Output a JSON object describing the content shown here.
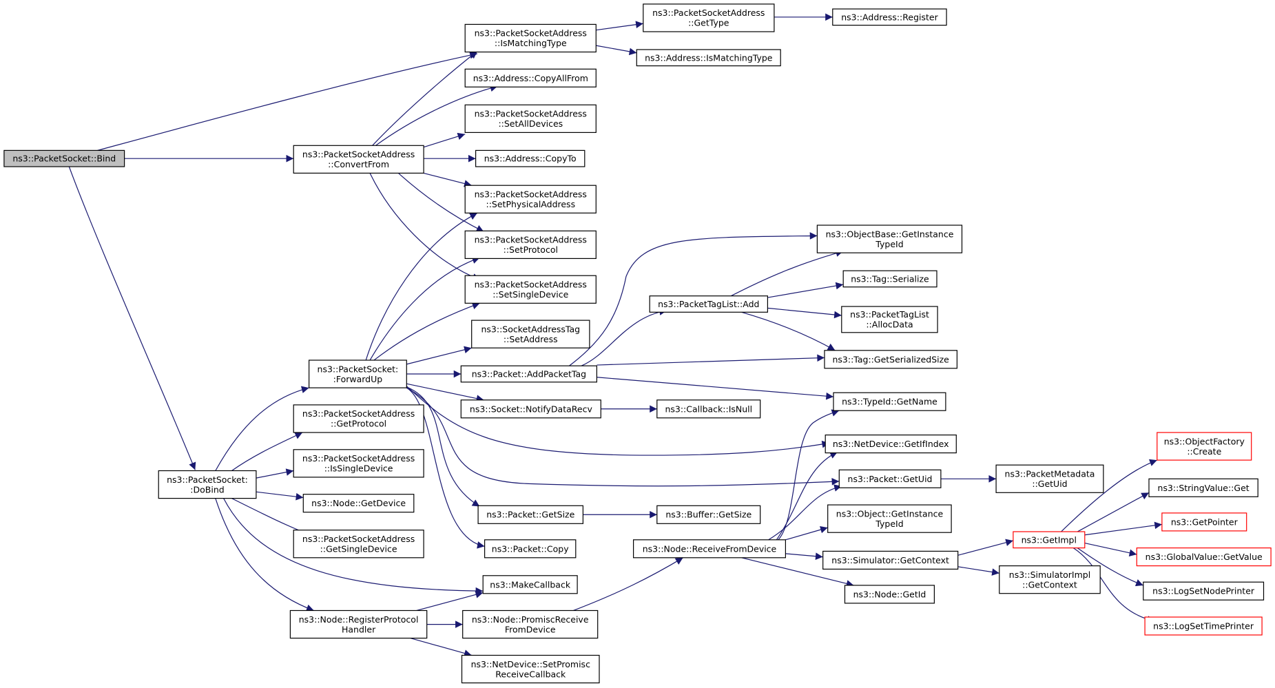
{
  "colors": {
    "edge": "#191970",
    "node_border": "#000000",
    "node_border_incomplete": "#ff0000",
    "root_fill": "#bfbfbf",
    "node_fill": "#ffffff"
  },
  "nodes": [
    {
      "id": "bind",
      "label": [
        "ns3::PacketSocket::Bind"
      ],
      "root": true
    },
    {
      "id": "pktsock_addr_ismatch",
      "label": [
        "ns3::PacketSocketAddress",
        "::IsMatchingType"
      ]
    },
    {
      "id": "pktsock_addr_gettype",
      "label": [
        "ns3::PacketSocketAddress",
        "::GetType"
      ]
    },
    {
      "id": "addr_register",
      "label": [
        "ns3::Address::Register"
      ]
    },
    {
      "id": "addr_ismatch",
      "label": [
        "ns3::Address::IsMatchingType"
      ]
    },
    {
      "id": "addr_copyallfrom",
      "label": [
        "ns3::Address::CopyAllFrom"
      ]
    },
    {
      "id": "pktsock_addr_setalldev",
      "label": [
        "ns3::PacketSocketAddress",
        "::SetAllDevices"
      ]
    },
    {
      "id": "convertfrom",
      "label": [
        "ns3::PacketSocketAddress",
        "::ConvertFrom"
      ]
    },
    {
      "id": "addr_copyto",
      "label": [
        "ns3::Address::CopyTo"
      ]
    },
    {
      "id": "setphys",
      "label": [
        "ns3::PacketSocketAddress",
        "::SetPhysicalAddress"
      ]
    },
    {
      "id": "setproto",
      "label": [
        "ns3::PacketSocketAddress",
        "::SetProtocol"
      ]
    },
    {
      "id": "objbase_getinst",
      "label": [
        "ns3::ObjectBase::GetInstance",
        "TypeId"
      ]
    },
    {
      "id": "setsingledev",
      "label": [
        "ns3::PacketSocketAddress",
        "::SetSingleDevice"
      ]
    },
    {
      "id": "tag_serialize",
      "label": [
        "ns3::Tag::Serialize"
      ]
    },
    {
      "id": "ptaglist_add",
      "label": [
        "ns3::PacketTagList::Add"
      ]
    },
    {
      "id": "ptaglist_alloc",
      "label": [
        "ns3::PacketTagList",
        "::AllocData"
      ]
    },
    {
      "id": "socktag_setaddr",
      "label": [
        "ns3::SocketAddressTag",
        "::SetAddress"
      ]
    },
    {
      "id": "forwardup",
      "label": [
        "ns3::PacketSocket:",
        ":ForwardUp"
      ]
    },
    {
      "id": "pkt_addtag",
      "label": [
        "ns3::Packet::AddPacketTag"
      ]
    },
    {
      "id": "tag_getsersize",
      "label": [
        "ns3::Tag::GetSerializedSize"
      ]
    },
    {
      "id": "typeid_getname",
      "label": [
        "ns3::TypeId::GetName"
      ]
    },
    {
      "id": "sock_notify",
      "label": [
        "ns3::Socket::NotifyDataRecv"
      ]
    },
    {
      "id": "cb_isnull",
      "label": [
        "ns3::Callback::IsNull"
      ]
    },
    {
      "id": "getprotocol",
      "label": [
        "ns3::PacketSocketAddress",
        "::GetProtocol"
      ]
    },
    {
      "id": "netdev_getifindex",
      "label": [
        "ns3::NetDevice::GetIfIndex"
      ]
    },
    {
      "id": "objfactory_create",
      "label": [
        "ns3::ObjectFactory",
        "::Create"
      ],
      "incomplete": true
    },
    {
      "id": "issingledev",
      "label": [
        "ns3::PacketSocketAddress",
        "::IsSingleDevice"
      ]
    },
    {
      "id": "pkt_getuid",
      "label": [
        "ns3::Packet::GetUid"
      ]
    },
    {
      "id": "pktmeta_getuid",
      "label": [
        "ns3::PacketMetadata",
        "::GetUid"
      ]
    },
    {
      "id": "dobind",
      "label": [
        "ns3::PacketSocket:",
        ":DoBind"
      ]
    },
    {
      "id": "strval_get",
      "label": [
        "ns3::StringValue::Get"
      ]
    },
    {
      "id": "node_getdevice",
      "label": [
        "ns3::Node::GetDevice"
      ]
    },
    {
      "id": "pkt_getsize",
      "label": [
        "ns3::Packet::GetSize"
      ]
    },
    {
      "id": "buf_getsize",
      "label": [
        "ns3::Buffer::GetSize"
      ]
    },
    {
      "id": "obj_getinst",
      "label": [
        "ns3::Object::GetInstance",
        "TypeId"
      ]
    },
    {
      "id": "getpointer",
      "label": [
        "ns3::GetPointer"
      ],
      "incomplete": true
    },
    {
      "id": "getsingledev",
      "label": [
        "ns3::PacketSocketAddress",
        "::GetSingleDevice"
      ]
    },
    {
      "id": "getimpl",
      "label": [
        "ns3::GetImpl"
      ],
      "incomplete": true
    },
    {
      "id": "pkt_copy",
      "label": [
        "ns3::Packet::Copy"
      ]
    },
    {
      "id": "node_recvfromdev",
      "label": [
        "ns3::Node::ReceiveFromDevice"
      ]
    },
    {
      "id": "globval_getvalue",
      "label": [
        "ns3::GlobalValue::GetValue"
      ],
      "incomplete": true
    },
    {
      "id": "sim_getcontext",
      "label": [
        "ns3::Simulator::GetContext"
      ]
    },
    {
      "id": "simimpl_getcontext",
      "label": [
        "ns3::SimulatorImpl",
        "::GetContext"
      ]
    },
    {
      "id": "makecallback",
      "label": [
        "ns3::MakeCallback"
      ]
    },
    {
      "id": "logsetnode",
      "label": [
        "ns3::LogSetNodePrinter"
      ]
    },
    {
      "id": "node_getid",
      "label": [
        "ns3::Node::GetId"
      ]
    },
    {
      "id": "regproto",
      "label": [
        "ns3::Node::RegisterProtocol",
        "Handler"
      ]
    },
    {
      "id": "promisc_recv",
      "label": [
        "ns3::Node::PromiscReceive",
        "FromDevice"
      ]
    },
    {
      "id": "logsettime",
      "label": [
        "ns3::LogSetTimePrinter"
      ],
      "incomplete": true
    },
    {
      "id": "netdev_setpromisc",
      "label": [
        "ns3::NetDevice::SetPromisc",
        "ReceiveCallback"
      ]
    }
  ],
  "edges": [
    {
      "from": "bind",
      "to": "pktsock_addr_ismatch"
    },
    {
      "from": "bind",
      "to": "convertfrom"
    },
    {
      "from": "bind",
      "to": "dobind"
    },
    {
      "from": "pktsock_addr_ismatch",
      "to": "pktsock_addr_gettype"
    },
    {
      "from": "pktsock_addr_ismatch",
      "to": "addr_ismatch"
    },
    {
      "from": "pktsock_addr_gettype",
      "to": "addr_register"
    },
    {
      "from": "convertfrom",
      "to": "pktsock_addr_ismatch"
    },
    {
      "from": "convertfrom",
      "to": "addr_copyallfrom"
    },
    {
      "from": "convertfrom",
      "to": "pktsock_addr_setalldev"
    },
    {
      "from": "convertfrom",
      "to": "addr_copyto"
    },
    {
      "from": "convertfrom",
      "to": "setphys"
    },
    {
      "from": "convertfrom",
      "to": "setproto"
    },
    {
      "from": "convertfrom",
      "to": "setsingledev"
    },
    {
      "from": "dobind",
      "to": "forwardup"
    },
    {
      "from": "dobind",
      "to": "getprotocol"
    },
    {
      "from": "dobind",
      "to": "issingledev"
    },
    {
      "from": "dobind",
      "to": "node_getdevice"
    },
    {
      "from": "dobind",
      "to": "getsingledev"
    },
    {
      "from": "dobind",
      "to": "makecallback"
    },
    {
      "from": "dobind",
      "to": "regproto"
    },
    {
      "from": "forwardup",
      "to": "setphys"
    },
    {
      "from": "forwardup",
      "to": "setproto"
    },
    {
      "from": "forwardup",
      "to": "setsingledev"
    },
    {
      "from": "forwardup",
      "to": "socktag_setaddr"
    },
    {
      "from": "forwardup",
      "to": "pkt_addtag"
    },
    {
      "from": "forwardup",
      "to": "sock_notify"
    },
    {
      "from": "forwardup",
      "to": "netdev_getifindex"
    },
    {
      "from": "forwardup",
      "to": "pkt_getuid"
    },
    {
      "from": "forwardup",
      "to": "pkt_getsize"
    },
    {
      "from": "forwardup",
      "to": "pkt_copy"
    },
    {
      "from": "pkt_addtag",
      "to": "objbase_getinst"
    },
    {
      "from": "pkt_addtag",
      "to": "ptaglist_add"
    },
    {
      "from": "pkt_addtag",
      "to": "tag_getsersize"
    },
    {
      "from": "pkt_addtag",
      "to": "typeid_getname"
    },
    {
      "from": "ptaglist_add",
      "to": "objbase_getinst"
    },
    {
      "from": "ptaglist_add",
      "to": "tag_serialize"
    },
    {
      "from": "ptaglist_add",
      "to": "ptaglist_alloc"
    },
    {
      "from": "ptaglist_add",
      "to": "tag_getsersize"
    },
    {
      "from": "sock_notify",
      "to": "cb_isnull"
    },
    {
      "from": "pkt_getuid",
      "to": "pktmeta_getuid"
    },
    {
      "from": "pkt_getsize",
      "to": "buf_getsize"
    },
    {
      "from": "regproto",
      "to": "makecallback"
    },
    {
      "from": "regproto",
      "to": "promisc_recv"
    },
    {
      "from": "regproto",
      "to": "netdev_setpromisc"
    },
    {
      "from": "promisc_recv",
      "to": "node_recvfromdev"
    },
    {
      "from": "node_recvfromdev",
      "to": "typeid_getname"
    },
    {
      "from": "node_recvfromdev",
      "to": "netdev_getifindex"
    },
    {
      "from": "node_recvfromdev",
      "to": "pkt_getuid"
    },
    {
      "from": "node_recvfromdev",
      "to": "obj_getinst"
    },
    {
      "from": "node_recvfromdev",
      "to": "sim_getcontext"
    },
    {
      "from": "node_recvfromdev",
      "to": "node_getid"
    },
    {
      "from": "sim_getcontext",
      "to": "getimpl"
    },
    {
      "from": "sim_getcontext",
      "to": "simimpl_getcontext"
    },
    {
      "from": "getimpl",
      "to": "objfactory_create"
    },
    {
      "from": "getimpl",
      "to": "strval_get"
    },
    {
      "from": "getimpl",
      "to": "getpointer"
    },
    {
      "from": "getimpl",
      "to": "globval_getvalue"
    },
    {
      "from": "getimpl",
      "to": "logsetnode"
    },
    {
      "from": "getimpl",
      "to": "logsettime"
    }
  ]
}
